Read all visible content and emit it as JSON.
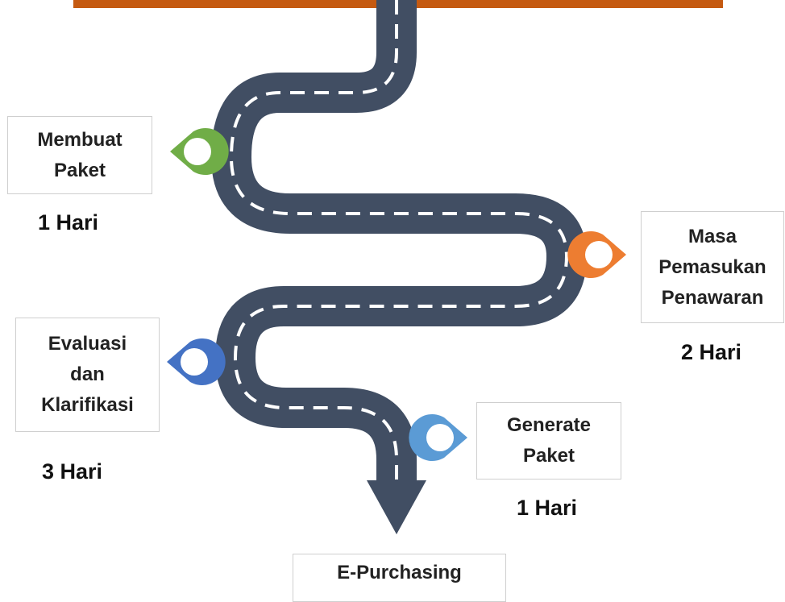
{
  "colors": {
    "top_bar": "#c55a11",
    "road": "#414e63",
    "road_dash": "#ffffff",
    "marker_green": "#70ad47",
    "marker_orange": "#ed7d31",
    "marker_blue": "#4472c4",
    "marker_lightblue": "#5b9bd5"
  },
  "steps": [
    {
      "lines": [
        "Membuat",
        "Paket"
      ],
      "duration": "1 Hari",
      "marker": "green"
    },
    {
      "lines": [
        "Masa",
        "Pemasukan",
        "Penawaran"
      ],
      "duration": "2 Hari",
      "marker": "orange"
    },
    {
      "lines": [
        "Evaluasi",
        "dan",
        "Klarifikasi"
      ],
      "duration": "3 Hari",
      "marker": "blue"
    },
    {
      "lines": [
        "Generate",
        "Paket"
      ],
      "duration": "1 Hari",
      "marker": "lightblue"
    }
  ],
  "end_label": "E-Purchasing"
}
